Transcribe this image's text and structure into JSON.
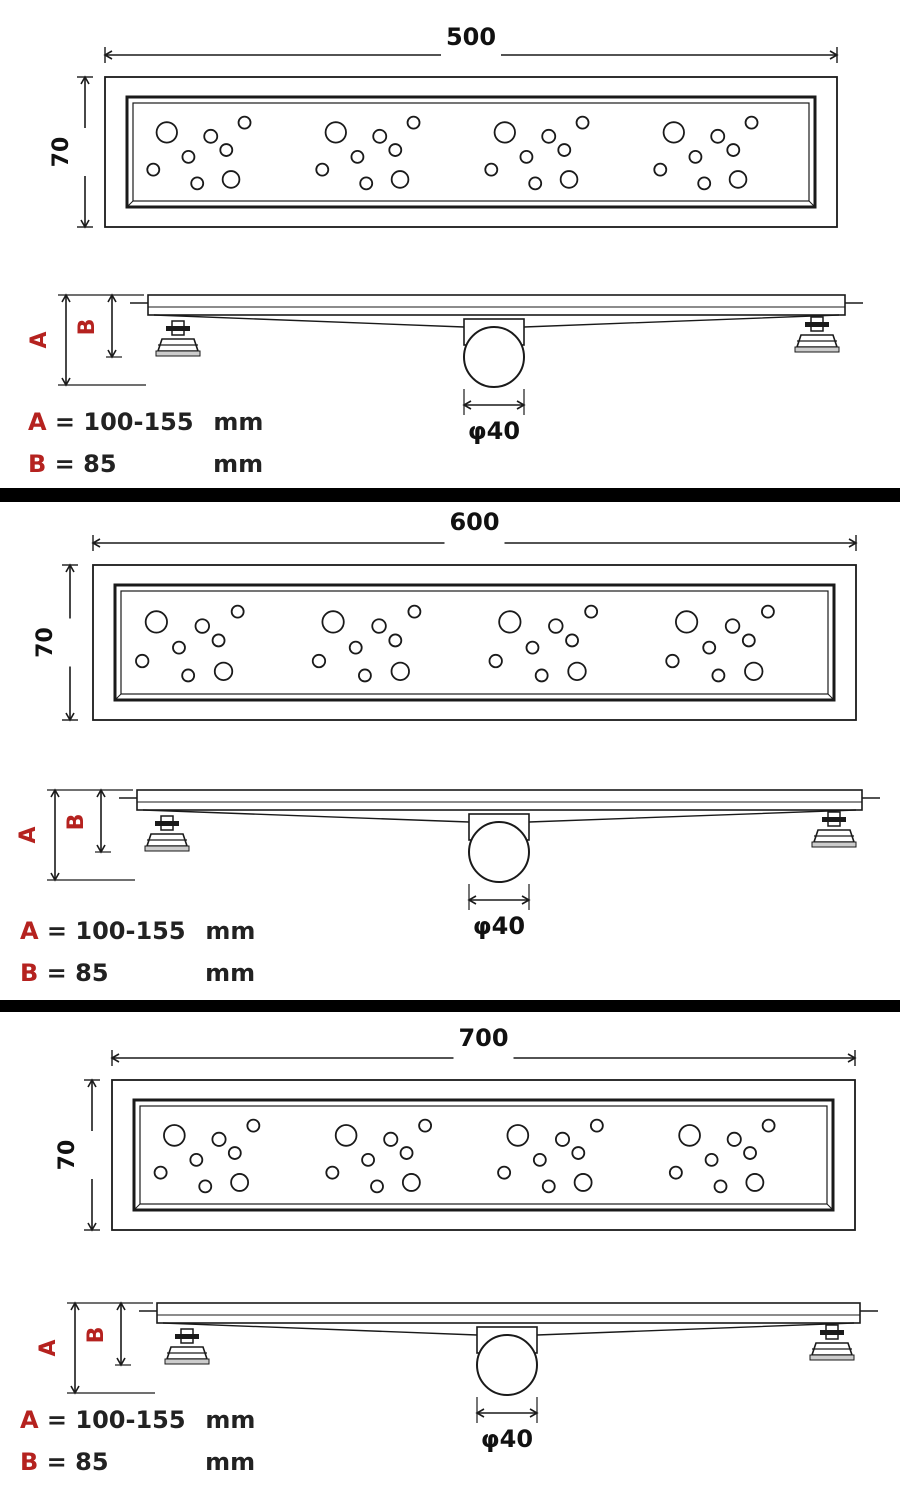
{
  "accent_color": "#b5221f",
  "line_color": "#1a1a1a",
  "panels": [
    {
      "length_label": "500",
      "width_label": "70",
      "height_a_label": "A",
      "height_b_label": "B",
      "outlet_label": "φ40",
      "dims": [
        {
          "key": "A",
          "eq": " = ",
          "value": "100-155",
          "unit": "mm"
        },
        {
          "key": "B",
          "eq": " = ",
          "value": "85",
          "unit": "mm"
        }
      ]
    },
    {
      "length_label": "600",
      "width_label": "70",
      "height_a_label": "A",
      "height_b_label": "B",
      "outlet_label": "φ40",
      "dims": [
        {
          "key": "A",
          "eq": " = ",
          "value": "100-155",
          "unit": "mm"
        },
        {
          "key": "B",
          "eq": " = ",
          "value": "85",
          "unit": "mm"
        }
      ]
    },
    {
      "length_label": "700",
      "width_label": "70",
      "height_a_label": "A",
      "height_b_label": "B",
      "outlet_label": "φ40",
      "dims": [
        {
          "key": "A",
          "eq": " = ",
          "value": "100-155",
          "unit": "mm"
        },
        {
          "key": "B",
          "eq": " = ",
          "value": "85",
          "unit": "mm"
        }
      ]
    }
  ]
}
